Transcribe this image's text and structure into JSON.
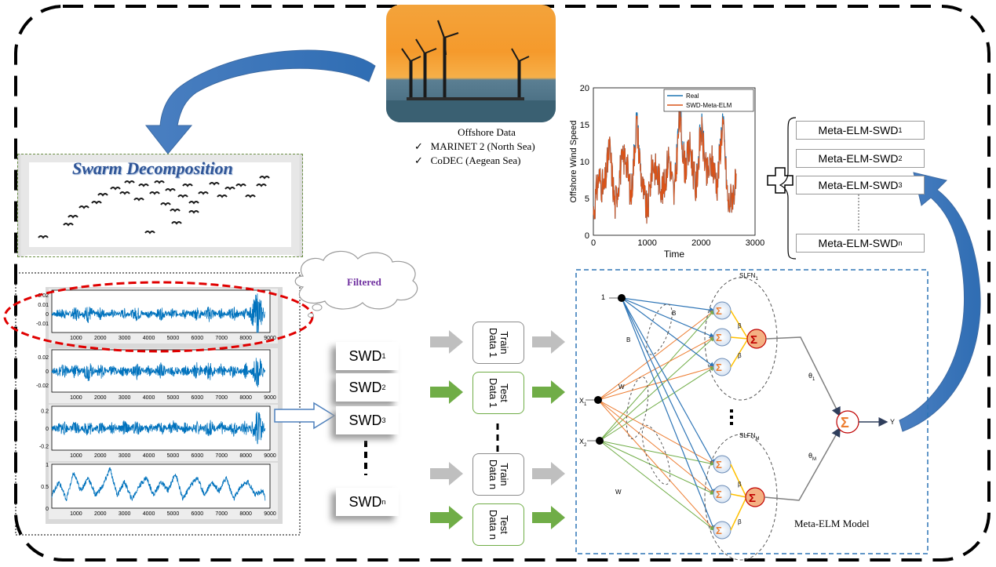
{
  "offshore": {
    "title": "Offshore Data",
    "items": [
      "MARINET 2 (North Sea)",
      "CoDEC (Aegean Sea)"
    ],
    "check": "✓"
  },
  "swarm": {
    "title": "Swarm Decomposition"
  },
  "cloud": {
    "label": "Filtered"
  },
  "swd": {
    "base": "SWD",
    "labels": [
      {
        "sub": "1"
      },
      {
        "sub": "2"
      },
      {
        "sub": "3"
      },
      {
        "sub": "n"
      }
    ],
    "ellipsis": "⋮"
  },
  "data_boxes": [
    {
      "text": "Train\nData 1",
      "kind": "train"
    },
    {
      "text": "Test\nData 1",
      "kind": "test"
    },
    {
      "text": "Train\nData n",
      "kind": "train"
    },
    {
      "text": "Test\nData n",
      "kind": "test"
    }
  ],
  "meta_list": {
    "base": "Meta-ELM-SWD",
    "subs": [
      "1",
      "2",
      "3",
      "n"
    ]
  },
  "model": {
    "label": "Meta-ELM Model",
    "slfn1": "SLFN",
    "slfn1_sub": "1",
    "slfnM": "SLFN",
    "slfnM_sub": "M",
    "inputs": [
      "1",
      "X",
      "X"
    ],
    "input_subs": [
      "",
      "1",
      "2"
    ],
    "theta1": "θ",
    "theta1_sub": "1",
    "thetaM": "θ",
    "thetaM_sub": "M",
    "output": "Y",
    "b1": "B",
    "bM": "B",
    "w1": "W",
    "w2": "W",
    "sigma": "Σ"
  },
  "colors": {
    "accent_blue": "#2e75b6",
    "green_arrow": "#70ad47",
    "gray_arrow": "#bfbfbf",
    "real_line": "#1f77b4",
    "pred_line": "#d95319",
    "signal": "#0072bd"
  },
  "chart_data": [
    {
      "type": "line",
      "xlabel": "Time",
      "ylabel": "Offshore Wind Speed",
      "xlim": [
        0,
        3000
      ],
      "ylim": [
        0,
        20
      ],
      "xticks": [
        0,
        1000,
        2000,
        3000
      ],
      "yticks": [
        0,
        5,
        10,
        15,
        20
      ],
      "legend_placement": "top-right",
      "series": [
        {
          "name": "Real",
          "color": "#1f77b4",
          "x": [
            0,
            100,
            200,
            300,
            400,
            500,
            600,
            700,
            800,
            900,
            1000,
            1100,
            1200,
            1300,
            1400,
            1500,
            1600,
            1700,
            1800,
            1900,
            2000,
            2100,
            2200,
            2300,
            2400,
            2500,
            2600,
            2650
          ],
          "values": [
            3,
            8,
            6,
            12,
            4,
            9,
            11,
            5,
            16,
            7,
            3,
            10,
            8,
            6,
            11,
            5,
            17,
            9,
            12,
            6,
            15,
            8,
            10,
            7,
            16,
            4,
            6,
            7
          ]
        },
        {
          "name": "SWD-Meta-ELM",
          "color": "#d95319",
          "x": [
            0,
            100,
            200,
            300,
            400,
            500,
            600,
            700,
            800,
            900,
            1000,
            1100,
            1200,
            1300,
            1400,
            1500,
            1600,
            1700,
            1800,
            1900,
            2000,
            2100,
            2200,
            2300,
            2400,
            2500,
            2600,
            2650
          ],
          "values": [
            3,
            8,
            6,
            12,
            4,
            9,
            11,
            5,
            15.5,
            7,
            3,
            10,
            8,
            6,
            11,
            5,
            16,
            9,
            12,
            6,
            14.5,
            8,
            10,
            7,
            15.5,
            4,
            6,
            7
          ]
        }
      ]
    },
    {
      "type": "line",
      "xticks": [
        1000,
        2000,
        3000,
        4000,
        5000,
        6000,
        7000,
        8000,
        9000
      ],
      "yticks": [
        0.02,
        0.01,
        0,
        -0.01
      ],
      "ylim": [
        -0.02,
        0.025
      ],
      "series": [
        {
          "name": "",
          "x": [
            0,
            500,
            1000,
            1500,
            2000,
            2500,
            3000,
            3500,
            4000,
            4500,
            5000,
            5500,
            6000,
            6500,
            7000,
            7500,
            8000,
            8500,
            8800
          ],
          "values": [
            0,
            0.004,
            -0.006,
            0.008,
            -0.005,
            0.003,
            -0.004,
            0.006,
            -0.003,
            0.005,
            -0.004,
            0.004,
            -0.006,
            0.007,
            -0.004,
            0.006,
            -0.005,
            0.022,
            0
          ]
        }
      ]
    },
    {
      "type": "line",
      "xticks": [
        1000,
        2000,
        3000,
        4000,
        5000,
        6000,
        7000,
        8000,
        9000
      ],
      "yticks": [
        0.02,
        0,
        -0.02
      ],
      "ylim": [
        -0.03,
        0.03
      ],
      "series": [
        {
          "name": "",
          "x": [
            0,
            500,
            1000,
            1500,
            2000,
            2500,
            3000,
            3500,
            4000,
            4500,
            5000,
            5500,
            6000,
            6500,
            7000,
            7500,
            8000,
            8500,
            8800
          ],
          "values": [
            0,
            0.008,
            -0.01,
            0.012,
            -0.009,
            0.007,
            -0.008,
            0.01,
            -0.006,
            0.009,
            -0.008,
            0.007,
            -0.01,
            0.011,
            -0.008,
            0.009,
            -0.01,
            0.02,
            0
          ]
        }
      ]
    },
    {
      "type": "line",
      "xticks": [
        1000,
        2000,
        3000,
        4000,
        5000,
        6000,
        7000,
        8000,
        9000
      ],
      "yticks": [
        0.2,
        0,
        -0.2
      ],
      "ylim": [
        -0.25,
        0.25
      ],
      "series": [
        {
          "name": "",
          "x": [
            0,
            500,
            1000,
            1500,
            2000,
            2500,
            3000,
            3500,
            4000,
            4500,
            5000,
            5500,
            6000,
            6500,
            7000,
            7500,
            8000,
            8500,
            8800
          ],
          "values": [
            0,
            0.06,
            -0.07,
            0.08,
            -0.06,
            0.05,
            -0.07,
            0.07,
            -0.05,
            0.06,
            -0.07,
            0.05,
            -0.06,
            0.08,
            -0.06,
            0.07,
            -0.08,
            0.18,
            0
          ]
        }
      ]
    },
    {
      "type": "line",
      "xticks": [
        1000,
        2000,
        3000,
        4000,
        5000,
        6000,
        7000,
        8000,
        9000
      ],
      "yticks": [
        1,
        0.5,
        0
      ],
      "ylim": [
        0,
        1
      ],
      "series": [
        {
          "name": "",
          "x": [
            0,
            300,
            600,
            900,
            1200,
            1500,
            1800,
            2100,
            2400,
            2700,
            3000,
            3300,
            3600,
            3900,
            4200,
            4500,
            4800,
            5100,
            5400,
            5700,
            6000,
            6300,
            6600,
            6900,
            7200,
            7500,
            7800,
            8100,
            8400,
            8700,
            8800
          ],
          "values": [
            0.3,
            0.6,
            0.2,
            0.8,
            0.4,
            0.7,
            0.3,
            0.5,
            0.9,
            0.3,
            0.6,
            0.2,
            0.5,
            0.7,
            0.3,
            0.6,
            0.4,
            0.8,
            0.2,
            0.5,
            0.7,
            0.3,
            0.6,
            0.4,
            0.7,
            0.2,
            0.5,
            0.6,
            0.3,
            0.4,
            0.2
          ]
        }
      ]
    }
  ]
}
